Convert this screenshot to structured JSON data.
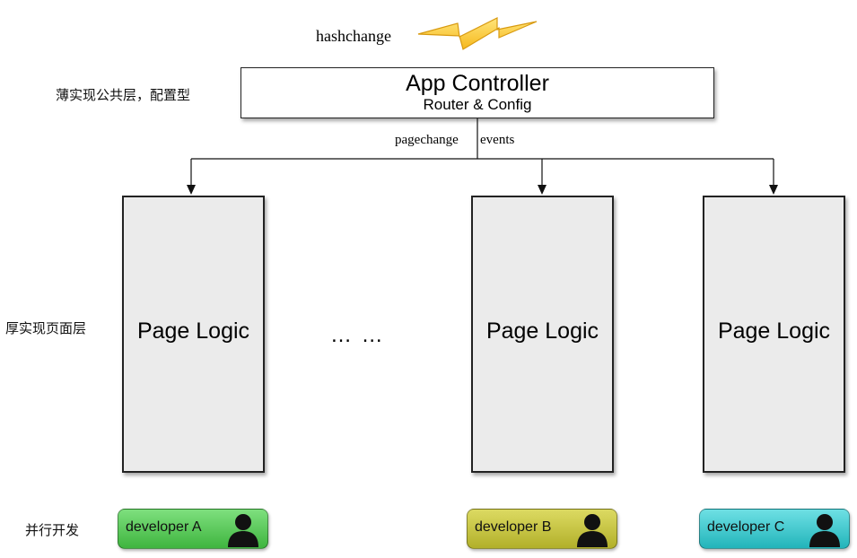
{
  "event_label": "hashchange",
  "colors": {
    "lightning_fill": "#ffd34a",
    "box_fill": "#ebebeb",
    "dev_a": "#4cc24c",
    "dev_b": "#c4c23a",
    "dev_c": "#2ec4c8"
  },
  "layers": {
    "top": "薄实现公共层，配置型",
    "middle": "厚实现页面层",
    "bottom": "并行开发"
  },
  "app_controller": {
    "title": "App Controller",
    "subtitle": "Router & Config"
  },
  "connector": {
    "label_left": "pagechange",
    "label_right": "events"
  },
  "pages": [
    {
      "label": "Page Logic"
    },
    {
      "label": "Page Logic"
    },
    {
      "label": "Page Logic"
    }
  ],
  "ellipsis": "… …",
  "developers": [
    {
      "label": "developer A"
    },
    {
      "label": "developer B"
    },
    {
      "label": "developer C"
    }
  ]
}
